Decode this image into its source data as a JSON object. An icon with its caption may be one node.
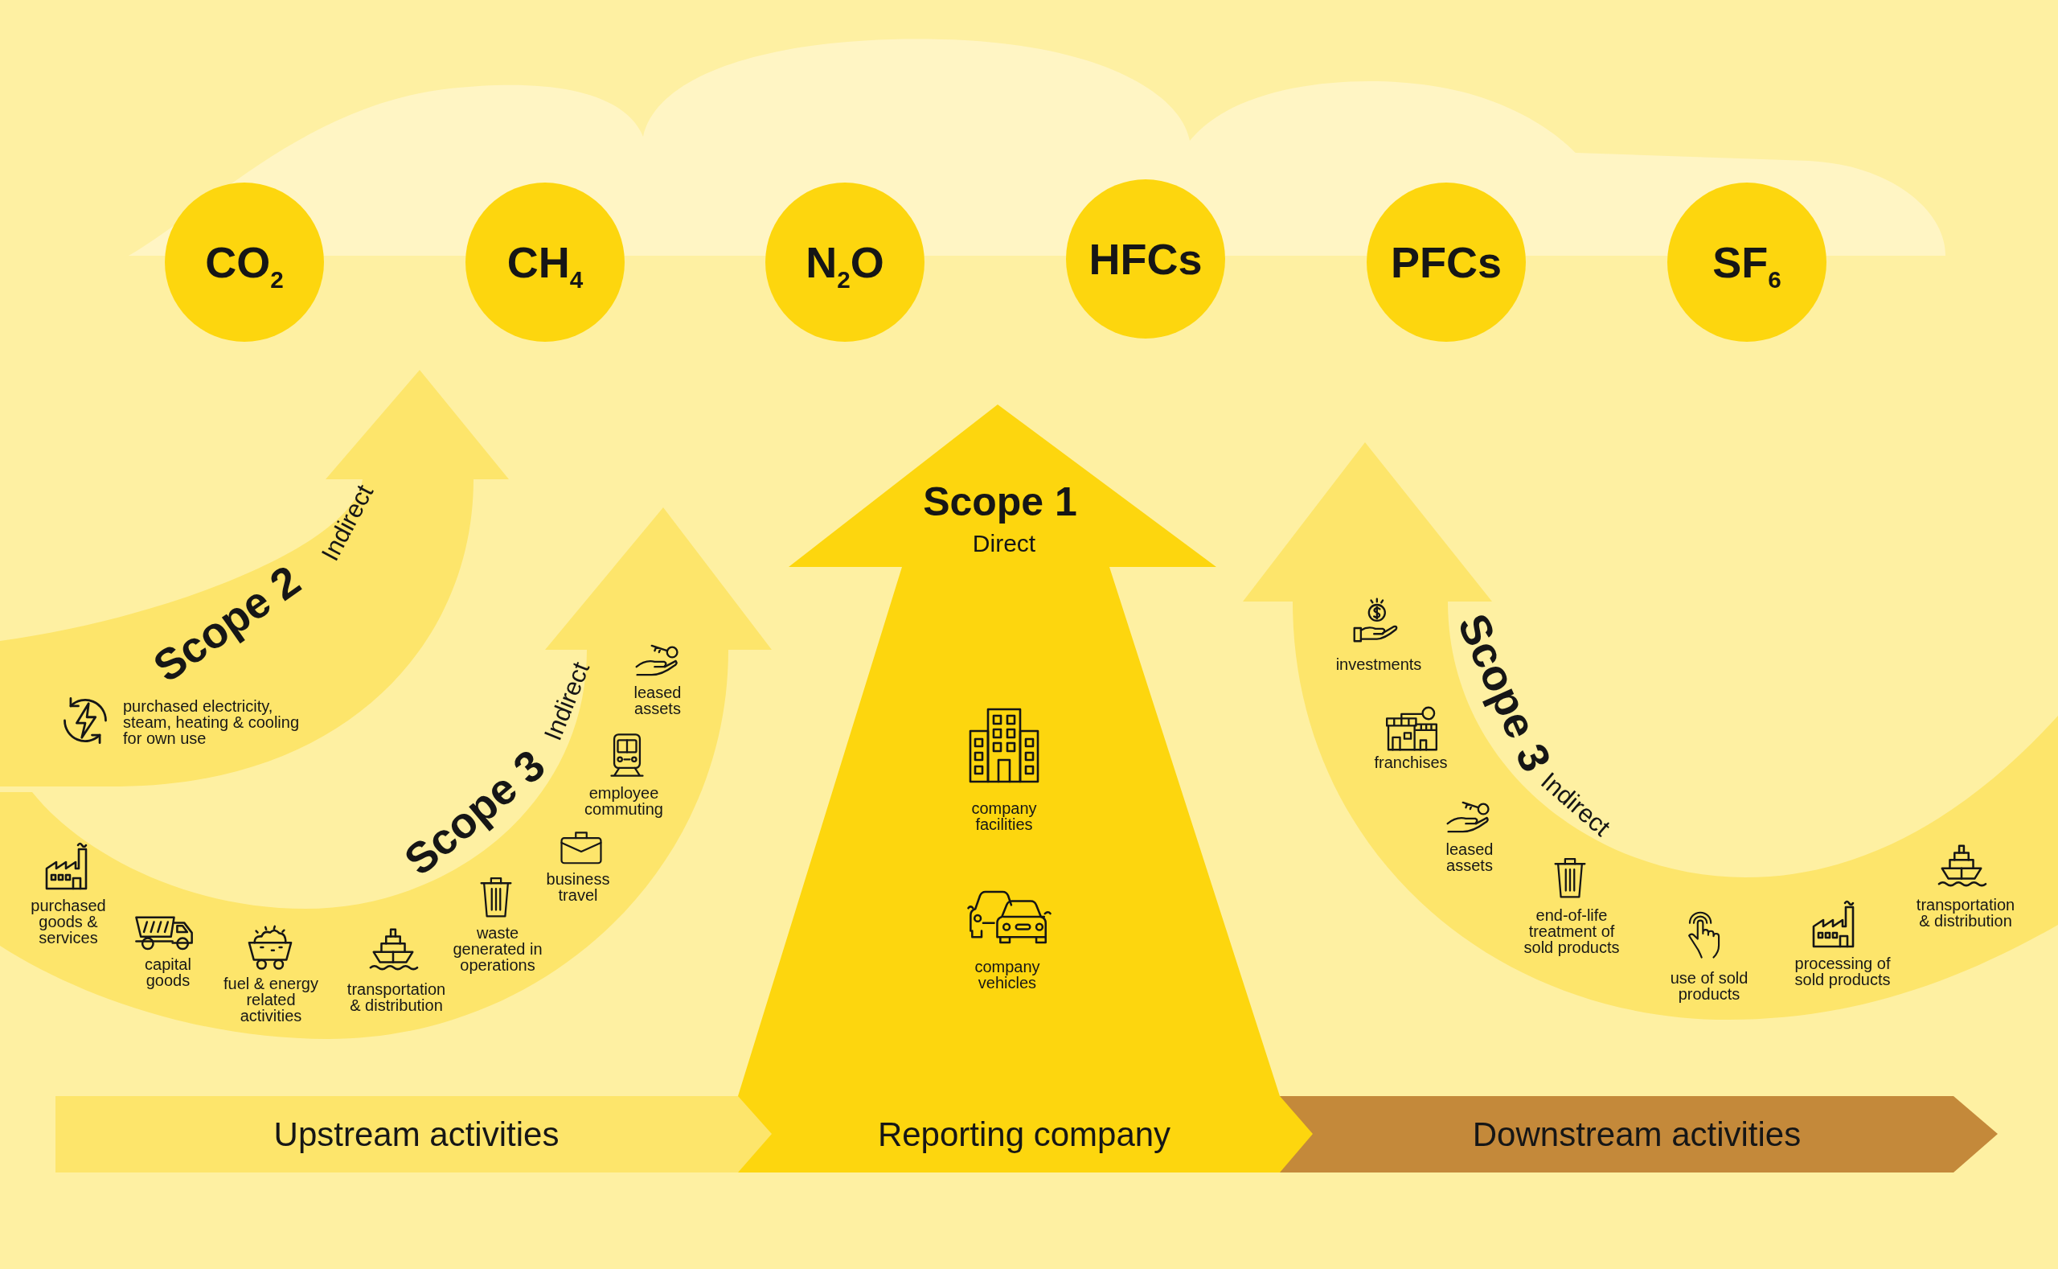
{
  "diagram": {
    "nodes": [
      {
        "text": [],
        "shape": "cloud"
      },
      {
        "text": [
          "CO$_{2}$"
        ]
      },
      {
        "text": [
          "CH$_{4}$"
        ]
      },
      {
        "text": [
          "N$_{2}$O"
        ]
      },
      {
        "text": [
          "HFCs"
        ]
      },
      {
        "text": [
          "PFCs"
        ]
      },
      {
        "text": [
          "SF$_{6}$"
        ]
      },
      {
        "text": [
          "Scope 2",
          "Indirect",
          "purchased electricity, steam, heating & cooling for own use"
        ]
      },
      {
        "text": [
          "Scope 3",
          "Indirect",
          "purchased goods & services",
          "capital goods",
          "fuel & energy related activities",
          "transportation & distribution",
          "waste generated in operations",
          "business travel",
          "employee commuting",
          "leased assets"
        ]
      },
      {
        "text": [
          "Scope 1",
          "Direct",
          "company facilities",
          "company vehicles"
        ]
      },
      {
        "text": [
          "Scope 3",
          "Indirect",
          "investments",
          "franchises",
          "leased assets",
          "end-of-life treatment of sold products",
          "use of sold products",
          "processing of sold products",
          "transportation & distribution"
        ]
      },
      {
        "text": [
          "Upstream activities"
        ]
      },
      {
        "text": [
          "Reporting company"
        ]
      },
      {
        "text": [
          "Downstream activities"
        ]
      }
    ]
  }
}
